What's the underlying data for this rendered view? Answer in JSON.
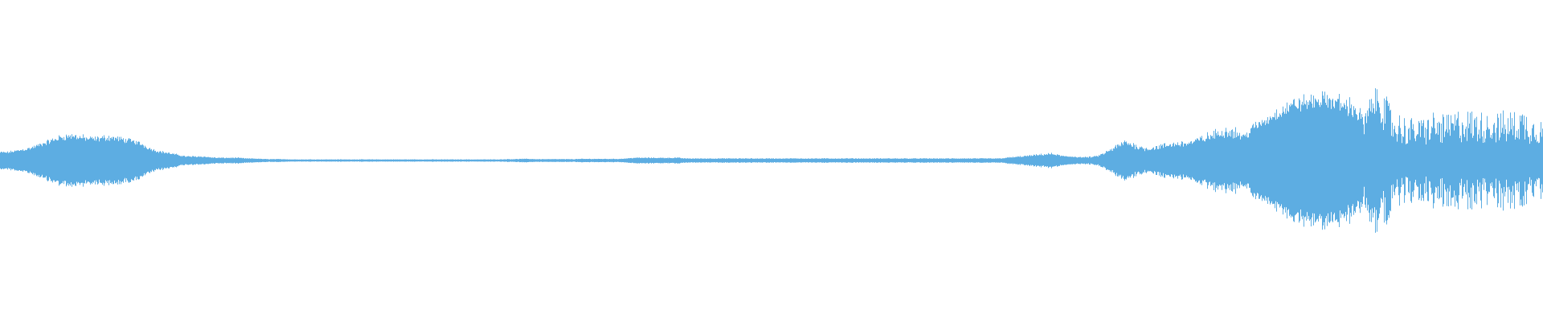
{
  "waveform": {
    "color": "#5dade2",
    "background": "#ffffff",
    "amplitude_envelope": [
      0.06,
      0.06,
      0.07,
      0.08,
      0.09,
      0.11,
      0.13,
      0.15,
      0.17,
      0.18,
      0.18,
      0.17,
      0.16,
      0.16,
      0.17,
      0.17,
      0.16,
      0.15,
      0.14,
      0.12,
      0.09,
      0.07,
      0.06,
      0.05,
      0.04,
      0.03,
      0.03,
      0.03,
      0.025,
      0.02,
      0.02,
      0.02,
      0.02,
      0.015,
      0.015,
      0.012,
      0.01,
      0.01,
      0.01,
      0.008,
      0.008,
      0.008,
      0.008,
      0.008,
      0.008,
      0.008,
      0.008,
      0.008,
      0.008,
      0.008,
      0.008,
      0.008,
      0.008,
      0.008,
      0.008,
      0.008,
      0.008,
      0.008,
      0.008,
      0.008,
      0.008,
      0.008,
      0.008,
      0.008,
      0.008,
      0.008,
      0.008,
      0.008,
      0.01,
      0.01,
      0.012,
      0.012,
      0.01,
      0.01,
      0.01,
      0.01,
      0.01,
      0.01,
      0.012,
      0.012,
      0.012,
      0.012,
      0.012,
      0.012,
      0.015,
      0.02,
      0.02,
      0.02,
      0.02,
      0.02,
      0.02,
      0.02,
      0.015,
      0.015,
      0.015,
      0.015,
      0.015,
      0.015,
      0.015,
      0.015,
      0.015,
      0.015,
      0.015,
      0.015,
      0.015,
      0.015,
      0.015,
      0.015,
      0.015,
      0.015,
      0.015,
      0.015,
      0.015,
      0.015,
      0.015,
      0.015,
      0.015,
      0.015,
      0.015,
      0.015,
      0.015,
      0.015,
      0.015,
      0.015,
      0.015,
      0.015,
      0.015,
      0.015,
      0.015,
      0.015,
      0.015,
      0.015,
      0.015,
      0.015,
      0.015,
      0.02,
      0.025,
      0.03,
      0.035,
      0.04,
      0.045,
      0.05,
      0.04,
      0.03,
      0.03,
      0.025,
      0.025,
      0.03,
      0.05,
      0.08,
      0.11,
      0.14,
      0.12,
      0.1,
      0.09,
      0.1,
      0.11,
      0.12,
      0.13,
      0.13,
      0.14,
      0.16,
      0.18,
      0.2,
      0.22,
      0.23,
      0.21,
      0.18,
      0.24,
      0.27,
      0.3,
      0.34,
      0.37,
      0.4,
      0.42,
      0.43,
      0.44,
      0.45,
      0.45,
      0.44,
      0.43,
      0.41,
      0.38,
      0.3,
      0.42,
      0.48,
      0.4,
      0.3,
      0.28,
      0.26,
      0.26,
      0.27,
      0.29,
      0.29,
      0.28,
      0.3,
      0.32,
      0.31,
      0.3,
      0.31,
      0.31,
      0.3,
      0.29,
      0.31,
      0.33,
      0.3,
      0.28,
      0.27
    ],
    "spikiness": [
      0.15,
      0.15,
      0.15,
      0.15,
      0.15,
      0.15,
      0.15,
      0.15,
      0.15,
      0.15,
      0.15,
      0.15,
      0.15,
      0.15,
      0.15,
      0.15,
      0.15,
      0.15,
      0.15,
      0.15,
      0.15,
      0.15,
      0.15,
      0.15,
      0.2,
      0.2,
      0.2,
      0.2,
      0.2,
      0.2,
      0.2,
      0.2,
      0.2,
      0.2,
      0.2,
      0.2,
      0.2,
      0.2,
      0.2,
      0.2,
      0.2,
      0.2,
      0.2,
      0.2,
      0.2,
      0.2,
      0.2,
      0.2,
      0.2,
      0.2,
      0.2,
      0.2,
      0.2,
      0.2,
      0.2,
      0.2,
      0.2,
      0.2,
      0.2,
      0.2,
      0.2,
      0.2,
      0.2,
      0.2,
      0.2,
      0.2,
      0.2,
      0.2,
      0.2,
      0.2,
      0.2,
      0.2,
      0.2,
      0.2,
      0.2,
      0.2,
      0.2,
      0.2,
      0.2,
      0.2,
      0.2,
      0.2,
      0.2,
      0.2,
      0.2,
      0.2,
      0.2,
      0.2,
      0.2,
      0.2,
      0.2,
      0.2,
      0.2,
      0.2,
      0.2,
      0.2,
      0.2,
      0.2,
      0.2,
      0.2,
      0.2,
      0.2,
      0.2,
      0.2,
      0.2,
      0.2,
      0.2,
      0.2,
      0.2,
      0.2,
      0.2,
      0.2,
      0.2,
      0.2,
      0.2,
      0.2,
      0.2,
      0.2,
      0.2,
      0.2,
      0.2,
      0.2,
      0.2,
      0.2,
      0.2,
      0.2,
      0.2,
      0.2,
      0.2,
      0.2,
      0.2,
      0.2,
      0.2,
      0.2,
      0.2,
      0.2,
      0.2,
      0.2,
      0.2,
      0.2,
      0.2,
      0.2,
      0.2,
      0.2,
      0.25,
      0.25,
      0.25,
      0.25,
      0.25,
      0.25,
      0.25,
      0.25,
      0.25,
      0.25,
      0.25,
      0.25,
      0.25,
      0.25,
      0.25,
      0.25,
      0.25,
      0.25,
      0.25,
      0.25,
      0.25,
      0.25,
      0.25,
      0.25,
      0.15,
      0.15,
      0.15,
      0.15,
      0.15,
      0.15,
      0.15,
      0.15,
      0.15,
      0.15,
      0.15,
      0.15,
      0.2,
      0.2,
      0.2,
      0.5,
      0.3,
      0.3,
      0.6,
      0.6,
      0.6,
      0.6,
      0.6,
      0.6,
      0.6,
      0.6,
      0.6,
      0.6,
      0.6,
      0.6,
      0.6,
      0.6,
      0.6,
      0.6,
      0.6,
      0.6,
      0.6,
      0.6,
      0.6,
      0.6
    ]
  }
}
